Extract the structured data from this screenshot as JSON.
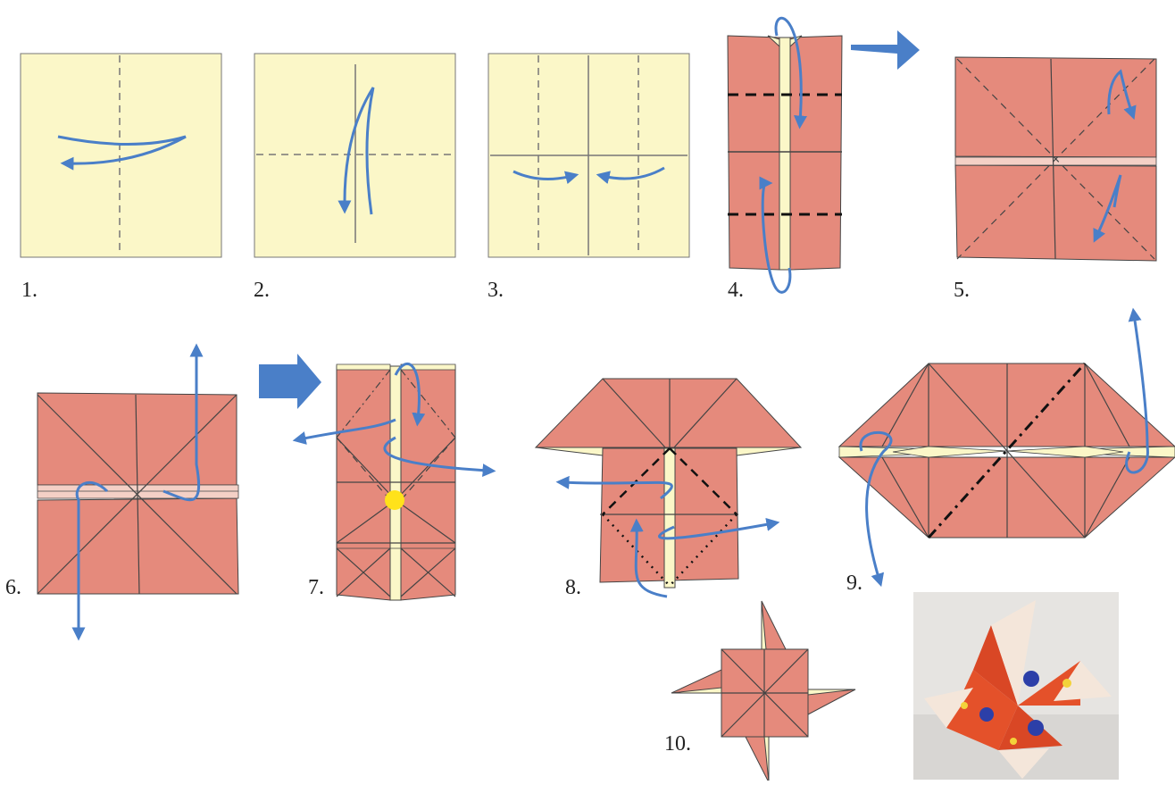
{
  "steps": [
    {
      "label": "1."
    },
    {
      "label": "2."
    },
    {
      "label": "3."
    },
    {
      "label": "4."
    },
    {
      "label": "5."
    },
    {
      "label": "6."
    },
    {
      "label": "7."
    },
    {
      "label": "8."
    },
    {
      "label": "9."
    },
    {
      "label": "10."
    }
  ],
  "colors": {
    "paper_front": "#fbf7c8",
    "paper_back": "#e58a7c",
    "fold_line": "#444444",
    "arrow": "#4a7fc8",
    "highlight_dot": "#ffe21a"
  }
}
